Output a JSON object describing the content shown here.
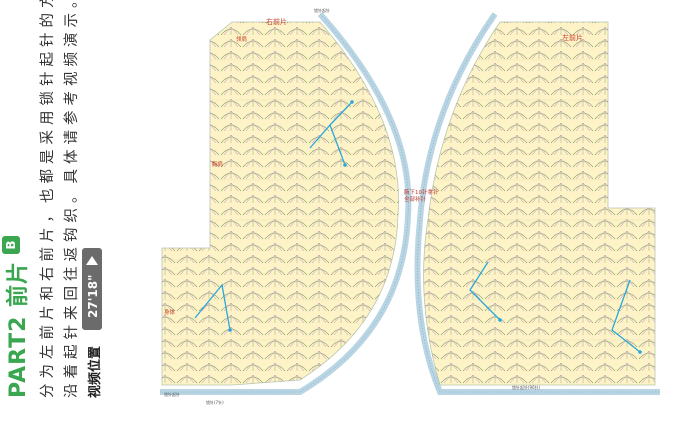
{
  "title": {
    "part": "PART2 前片",
    "badge": "B"
  },
  "description": {
    "line1": "分为左前片和右前片，也都是采用锁针起针的方法，",
    "line2": "沿着起针来回往返钩织。具体请参考视频演示。"
  },
  "video": {
    "label": "视频位置",
    "time": "27'18\""
  },
  "right_piece": {
    "name": "右前片",
    "shoulder_label": "领肩",
    "chest_label": "胸肩",
    "body_label": "身体",
    "start_label": "锁针起针",
    "count_label": "锁针(7针)",
    "top_tag": "锁针起针"
  },
  "left_piece": {
    "name": "左前片",
    "side_label": "腋下10针拿针",
    "side_label2": "全部补针",
    "start_label": "锁针起针(96针)"
  },
  "colors": {
    "title_green": "#3aa650",
    "grid_fill": "#fdf3c6",
    "border_blue": "#7fb3cc",
    "stitch_green": "#7a9c62",
    "stitch_pink": "#c07ad4",
    "arrow_cyan": "#2aa7dc"
  }
}
